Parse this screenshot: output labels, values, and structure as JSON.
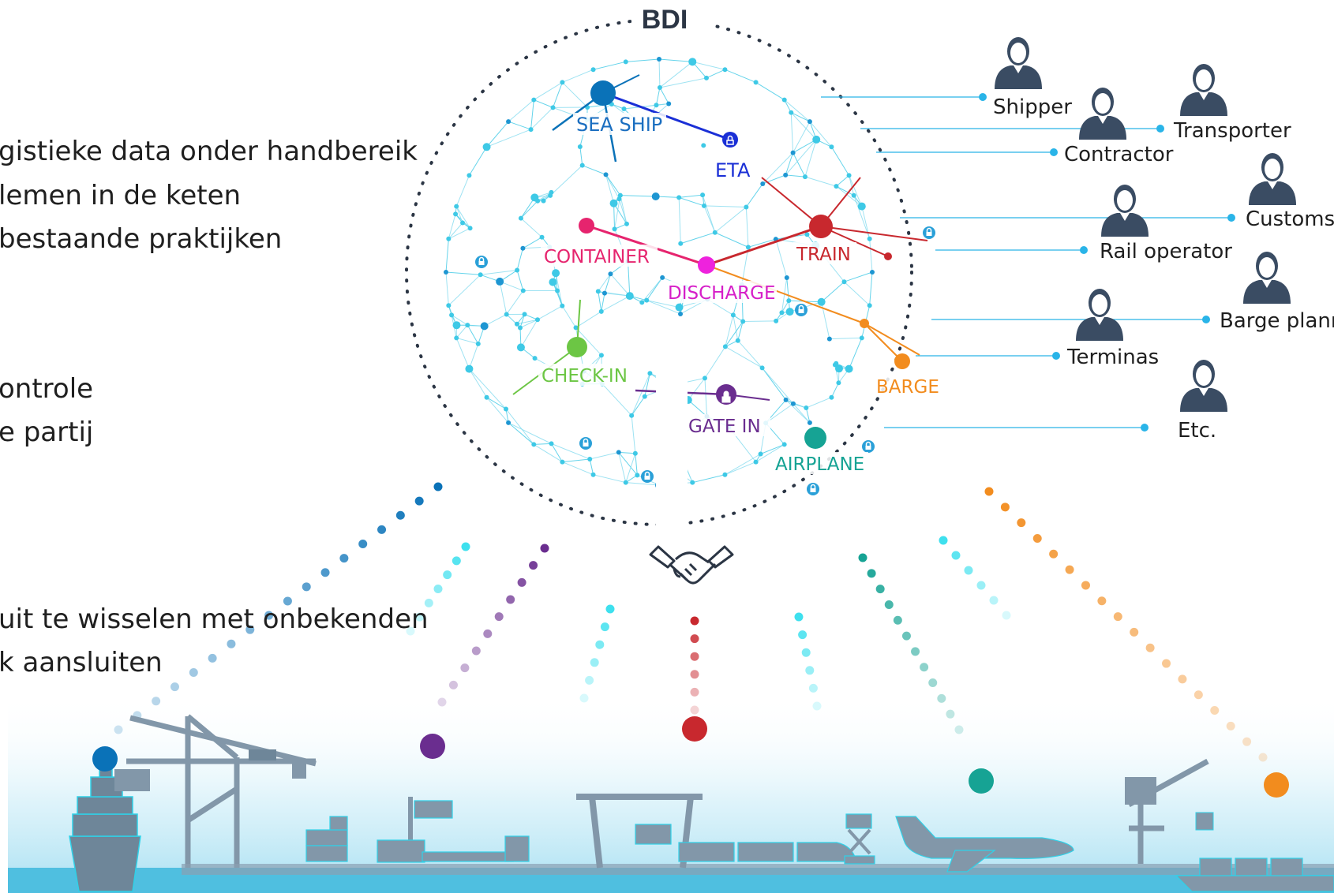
{
  "bullets": {
    "b1": "gistieke data onder handbereik",
    "b2": "lemen in de keten",
    "b3": "bestaande praktijken",
    "b4": "ontrole",
    "b5": "e partij",
    "b6": "uit te wisselen met onbekenden",
    "b7": "k aansluiten"
  },
  "bdi_title": "BDI",
  "nodes": {
    "sea_ship": "SEA SHIP",
    "eta": "ETA",
    "container": "CONTAINER",
    "train": "TRAIN",
    "discharge": "DISCHARGE",
    "check_in": "CHECK-IN",
    "barge": "BARGE",
    "gate_in": "GATE IN",
    "airplane": "AIRPLANE"
  },
  "actors": {
    "shipper": "Shipper",
    "transporter": "Transporter",
    "contractor": "Contractor",
    "customs": "Customs",
    "rail_operator": "Rail operator",
    "barge_planner": "Barge plann",
    "terminas": "Terminas",
    "etc": "Etc."
  },
  "colors": {
    "sea_ship": "#0a72b8",
    "eta": "#1a2fd6",
    "container": "#e6246e",
    "train": "#c8282e",
    "discharge": "#ee22dd",
    "check_in": "#6cc644",
    "barge": "#f28c1e",
    "gate_in": "#6a2d8f",
    "airplane": "#16a394",
    "mesh": "#3ec9e6",
    "actor": "#3a4c63",
    "actor_line": "#29b4e8",
    "skyline": "#7f93a6"
  },
  "icons": [
    "handshake-icon",
    "person-icon",
    "lock-icon"
  ]
}
